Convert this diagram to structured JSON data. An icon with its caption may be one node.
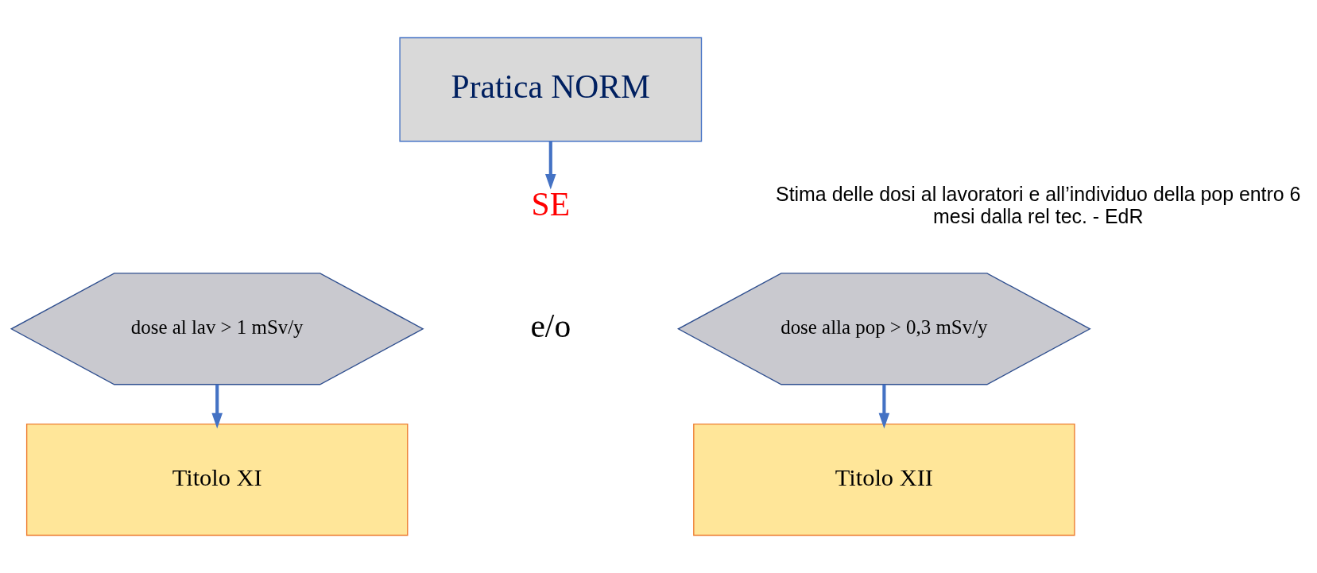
{
  "diagram": {
    "nodes": [
      {
        "text": [
          "Pratica NORM"
        ]
      },
      {
        "text": [
          "SE"
        ]
      },
      {
        "text": [
          "dose al lav > 1 mSv/y"
        ]
      },
      {
        "text": [
          "dose alla pop > 0,3 mSv/y"
        ]
      },
      {
        "text": [
          "Titolo XI"
        ]
      },
      {
        "text": [
          "Titolo XII"
        ]
      }
    ],
    "edges": [
      {
        "from": 0,
        "to": 1,
        "arrow": "to"
      },
      {
        "from": 2,
        "to": 4,
        "arrow": "to"
      },
      {
        "from": 3,
        "to": 5,
        "arrow": "to"
      }
    ],
    "labels": [
      "Stima delle dosi al lavoratori e all’individuo della pop entro 6 mesi dalla rel tec. - EdR",
      "e/o"
    ]
  }
}
